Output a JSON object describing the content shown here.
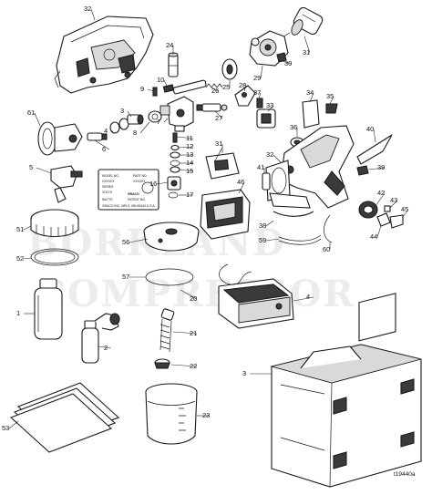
{
  "figure_id": "t19440a",
  "watermark": [
    "BORKLAND",
    "COMPRESSOR"
  ],
  "callouts": [
    "1",
    "2",
    "3",
    "4",
    "5",
    "6",
    "7",
    "8",
    "9",
    "10",
    "11",
    "12",
    "13",
    "14",
    "15",
    "16",
    "17",
    "20",
    "21",
    "22",
    "23",
    "24",
    "25",
    "26",
    "27",
    "28",
    "29",
    "30",
    "31",
    "32",
    "33",
    "34",
    "35",
    "36",
    "37",
    "38",
    "39",
    "40",
    "41",
    "42",
    "43",
    "44",
    "45",
    "46",
    "51",
    "52",
    "53",
    "56",
    "57",
    "59",
    "60",
    "61"
  ],
  "nameplate": {
    "model_label": "MODEL NO.",
    "part_label": "PART NO.",
    "model_value": "XXXXXX",
    "series_label": "SERIES",
    "volts_label": "VOLTS",
    "watts_label": "WATTS",
    "brand": "GRACO",
    "patent_label": "PATENT NO.",
    "address": "GRACO INC. MPLS, MN 55440 U.S.A."
  }
}
